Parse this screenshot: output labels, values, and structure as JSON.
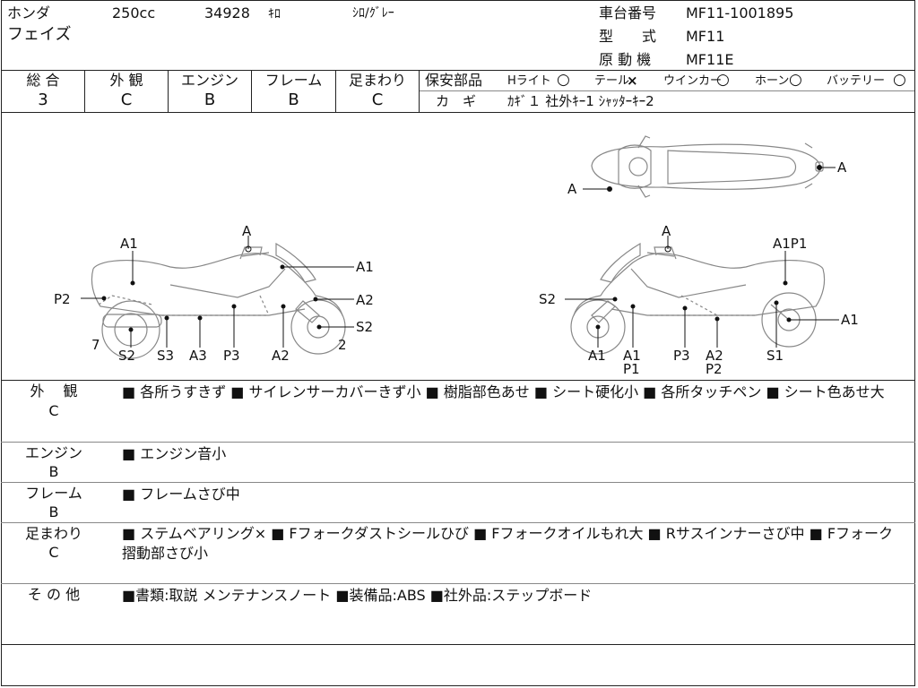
{
  "header": {
    "maker": "ホンダ",
    "displacement": "250cc",
    "mileage": "34928",
    "mileage_unit": "ｷﾛ",
    "color": "ｼﾛ/ｸﾞﾚｰ",
    "model_name": "フェイズ",
    "frame_no_label": "車台番号",
    "frame_no": "MF11-1001895",
    "type_label": "型　　式",
    "type": "MF11",
    "engine_label": "原 動 機",
    "engine": "MF11E"
  },
  "grades": [
    {
      "label": "総 合",
      "value": "3"
    },
    {
      "label": "外 観",
      "value": "C"
    },
    {
      "label": "エンジン",
      "value": "B"
    },
    {
      "label": "フレーム",
      "value": "B"
    },
    {
      "label": "足まわり",
      "value": "C"
    }
  ],
  "safety": {
    "label": "保安部品",
    "items": [
      {
        "name": "Hライト",
        "mark": "○"
      },
      {
        "name": "テール",
        "mark": "×"
      },
      {
        "name": "ウインカー",
        "mark": "○"
      },
      {
        "name": "ホーン",
        "mark": "○"
      },
      {
        "name": "バッテリー",
        "mark": "○"
      }
    ],
    "key_label": "カ　ギ",
    "key_text": "ｶｷﾞ１ 社外ｷｰ1 ｼｬｯﾀｰｷｰ2"
  },
  "diagram_labels": {
    "left": {
      "A1_top": "A1",
      "A_mirror": "A",
      "A1_right": "A1",
      "P2": "P2",
      "A2": "A2",
      "S2_right": "S2",
      "n7": "7",
      "S2": "S2",
      "S3": "S3",
      "A3": "A3",
      "P3": "P3",
      "A2_bottom": "A2",
      "n2": "2"
    },
    "right": {
      "A_mirror": "A",
      "A1P1": "A1P1",
      "S2": "S2",
      "A1_right": "A1",
      "A1": "A1",
      "A1b": "A1",
      "P1": "P1",
      "P3": "P3",
      "A2": "A2",
      "P2": "P2",
      "S1": "S1"
    },
    "top": {
      "A_left": "A",
      "A_right": "A"
    }
  },
  "sections": [
    {
      "label": "外　 観",
      "grade": "C",
      "text": "■ 各所うすきず ■ サイレンサーカバーきず小 ■ 樹脂部色あせ ■ シート硬化小 ■ 各所タッチペン ■ シート色あせ大"
    },
    {
      "label": "エンジン",
      "grade": "B",
      "text": "■ エンジン音小"
    },
    {
      "label": "フレーム",
      "grade": "B",
      "text": "■ フレームさび中"
    },
    {
      "label": "足まわり",
      "grade": "C",
      "text": "■ ステムベアリング× ■ Fフォークダストシールひび ■ Fフォークオイルもれ大 ■ Rサスインナーさび中 ■ Fフォーク摺動部さび小"
    },
    {
      "label": "そ の 他",
      "grade": "",
      "text": "■書類:取説 メンテナンスノート ■装備品:ABS ■社外品:ステップボード"
    }
  ]
}
